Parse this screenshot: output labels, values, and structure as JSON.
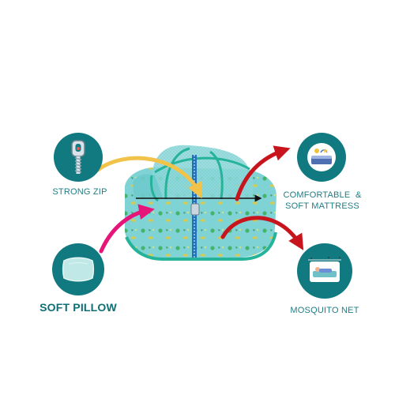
{
  "features": [
    {
      "id": "strong-zip",
      "label": "STRONG ZIP",
      "icon": "zipper-icon"
    },
    {
      "id": "soft-pillow",
      "label": "SOFT PILLOW",
      "icon": "pillow-icon"
    },
    {
      "id": "mattress",
      "label_line1": "COMFORTABLE  &",
      "label_line2": "SOFT MATTRESS",
      "icon": "mattress-icon"
    },
    {
      "id": "mosquito-net",
      "label": "MOSQUITO NET",
      "icon": "mosquito-net-bed-icon"
    }
  ],
  "colors": {
    "circle": "#117a80",
    "label_text": "#1f7d84",
    "arrow_yellow": "#f2c34a",
    "arrow_pink": "#e6157a",
    "arrow_red": "#c8151d",
    "arrow_black": "#111111",
    "product_fabric": "#7fd3d5",
    "product_trim": "#25b39a",
    "zip": "#2470b8"
  }
}
